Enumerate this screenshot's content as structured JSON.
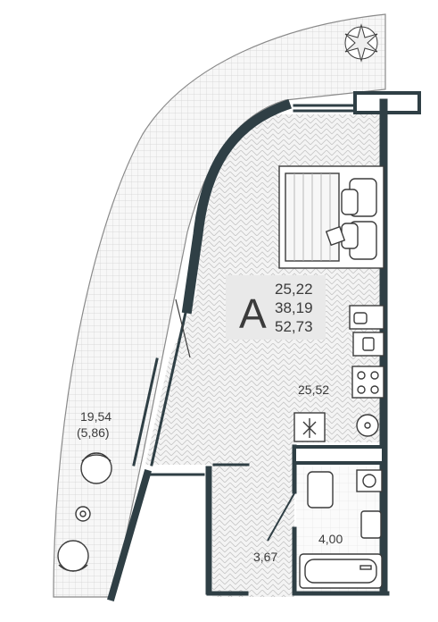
{
  "unit": {
    "letter": "A",
    "area_living": "25,22",
    "area_total": "38,19",
    "area_with_terrace": "52,73"
  },
  "rooms": {
    "main_room_area": "25,52",
    "terrace_area": "19,54",
    "terrace_area_reduced": "(5,86)",
    "hallway_area": "3,67",
    "bathroom_area": "4,00"
  },
  "colors": {
    "wall": "#2f3f45",
    "label_bg": "#e9e9e9",
    "text": "#3b3b3b",
    "floor_pattern": "#c9c9c9",
    "terrace_grid": "#d2d2d2"
  }
}
